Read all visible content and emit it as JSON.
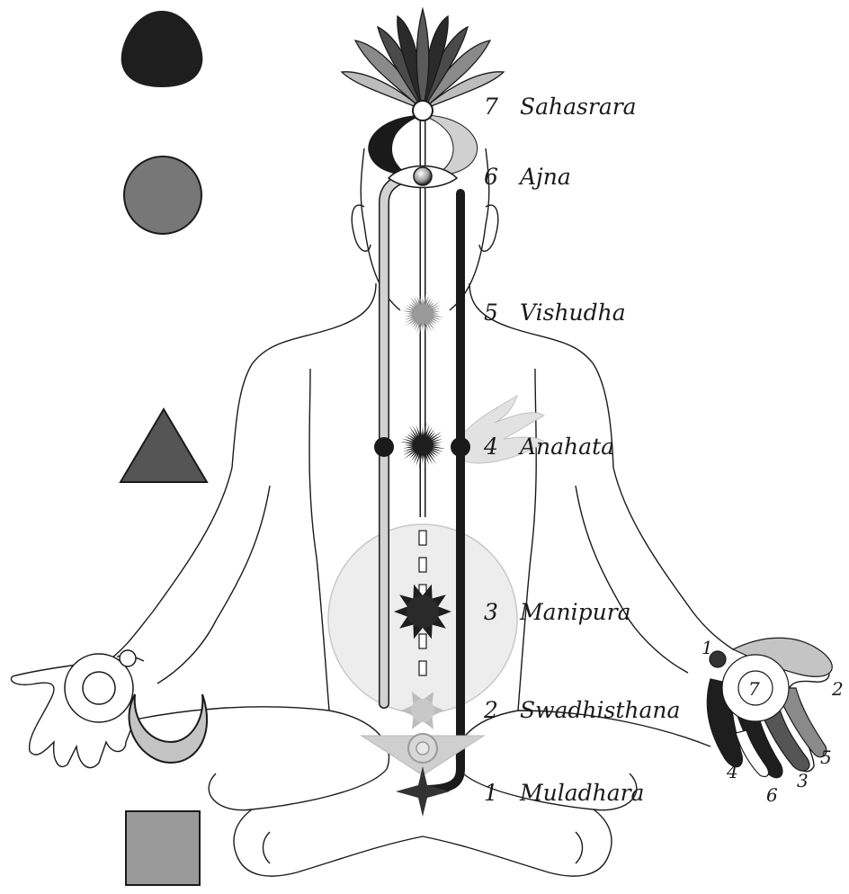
{
  "chakras": [
    {
      "number": "7",
      "name": "Sahasrara"
    },
    {
      "number": "6",
      "name": "Ajna"
    },
    {
      "number": "5",
      "name": "Vishudha"
    },
    {
      "number": "4",
      "name": "Anahata"
    },
    {
      "number": "3",
      "name": "Manipura"
    },
    {
      "number": "2",
      "name": "Swadhisthana"
    },
    {
      "number": "1",
      "name": "Muladhara"
    }
  ],
  "hand_labels": [
    "1",
    "2",
    "5",
    "3",
    "6",
    "4",
    "7"
  ],
  "colors": {
    "outline": "#1a1a1a",
    "pingala": "#1a1a1a",
    "ida": "#c8c8c8",
    "sushumna": "#ffffff",
    "manipura_field": "#ededed",
    "earth_square": "#9a9a9a",
    "fire_triangle": "#555555",
    "water_moon": "#c4c4c4",
    "air_circle": "#777777",
    "ether_egg": "#1e1e1e"
  },
  "symbols": [
    "ether-egg-icon",
    "air-circle-icon",
    "fire-triangle-icon",
    "water-crescent-icon",
    "earth-square-icon"
  ]
}
